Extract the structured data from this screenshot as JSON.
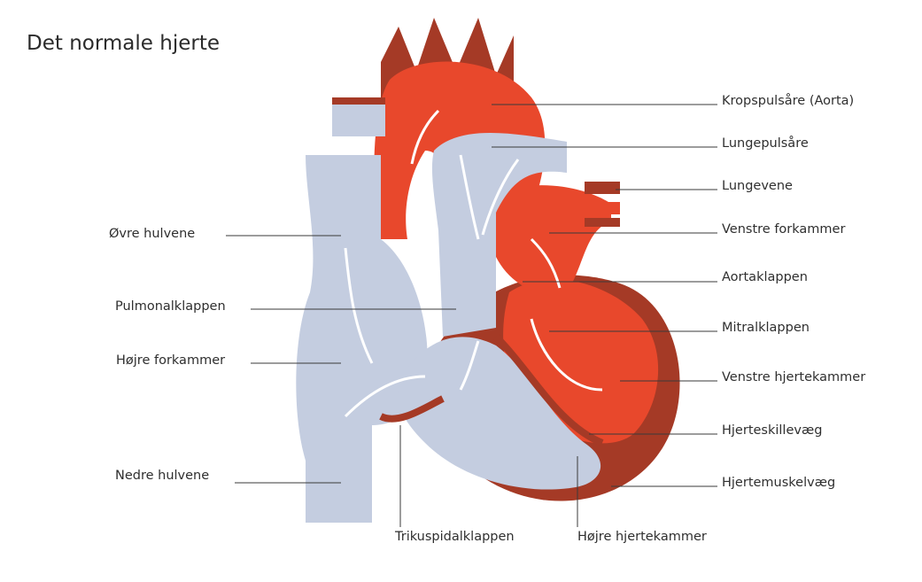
{
  "title": "Det normale hjerte",
  "colors": {
    "oxygenated": "#e8482c",
    "deoxygenated": "#c4cde0",
    "wall": "#a53a26",
    "flow_arrow": "#ffffff",
    "leader_line": "#3a3a3a"
  },
  "labels": {
    "left": [
      {
        "id": "ovre-hulvene",
        "text": "Øvre hulvene"
      },
      {
        "id": "pulmonalklappen",
        "text": "Pulmonalklappen"
      },
      {
        "id": "hojre-forkammer",
        "text": "Højre forkammer"
      },
      {
        "id": "nedre-hulvene",
        "text": "Nedre hulvene"
      }
    ],
    "right": [
      {
        "id": "kropspulsare",
        "text": "Kropspulsåre (Aorta)"
      },
      {
        "id": "lungepulsare",
        "text": "Lungepulsåre"
      },
      {
        "id": "lungevene",
        "text": "Lungevene"
      },
      {
        "id": "venstre-forkammer",
        "text": "Venstre forkammer"
      },
      {
        "id": "aortaklappen",
        "text": "Aortaklappen"
      },
      {
        "id": "mitralklappen",
        "text": "Mitralklappen"
      },
      {
        "id": "venstre-hjertekammer",
        "text": "Venstre hjertekammer"
      },
      {
        "id": "hjerteskillevaeg",
        "text": "Hjerteskillevæg"
      },
      {
        "id": "hjertemuskelvaeg",
        "text": "Hjertemuskelvæg"
      }
    ],
    "bottom": [
      {
        "id": "trikuspidalklappen",
        "text": "Trikuspidalklappen"
      },
      {
        "id": "hojre-hjertekammer",
        "text": "Højre hjertekammer"
      }
    ]
  }
}
